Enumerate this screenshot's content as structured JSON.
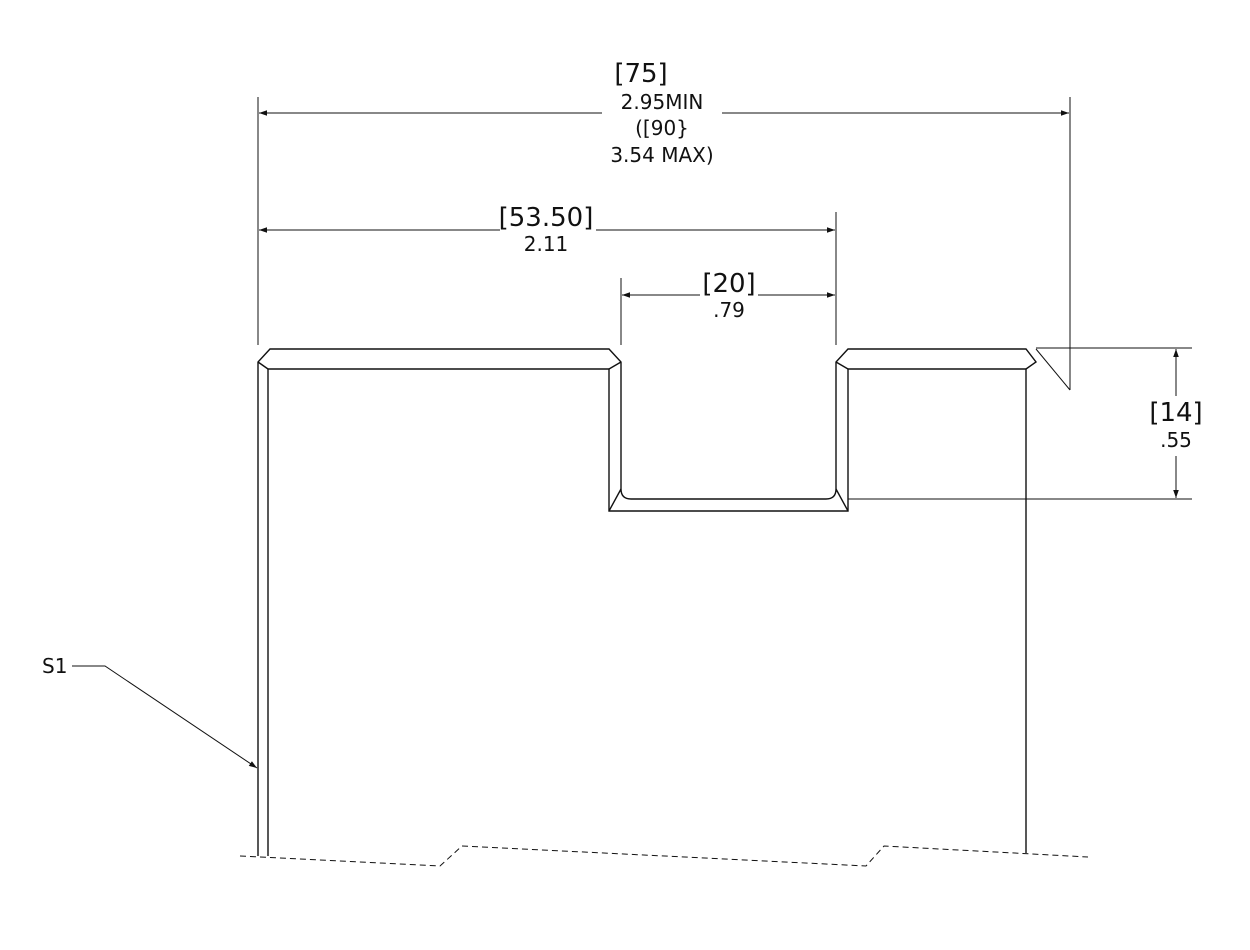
{
  "dimensions": {
    "overall": {
      "bracket": "[75]",
      "line1": "2.95MIN",
      "line2": "([90}",
      "line3": "3.54 MAX)"
    },
    "slot_offset": {
      "bracket": "[53.50]",
      "line1": "2.11"
    },
    "slot_width": {
      "bracket": "[20]",
      "line1": ".79"
    },
    "slot_depth": {
      "bracket": "[14]",
      "line1": ".55"
    }
  },
  "labels": {
    "section": "S1"
  }
}
